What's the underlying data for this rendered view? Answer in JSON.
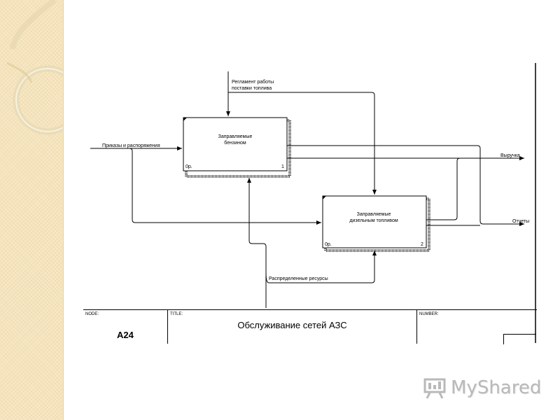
{
  "diagram": {
    "boxes": [
      {
        "id": "box-1",
        "label_lines": [
          "Заправляемые",
          "бензином"
        ],
        "corner_left": "0р.",
        "corner_right": "1"
      },
      {
        "id": "box-2",
        "label_lines": [
          "Заправляемые",
          "дизельным топливом"
        ],
        "corner_left": "0р.",
        "corner_right": "2"
      }
    ],
    "arrows": {
      "control": [
        "Регламент работы",
        "поставки топлива"
      ],
      "input": "Приказы и распоряжения",
      "output_revenue": "Выручка",
      "output_reports": "Отчеты",
      "mechanism": "Распределенные ресурсы"
    }
  },
  "title_block": {
    "node_caption": "NODE:",
    "node_value": "A24",
    "title_caption": "TITLE:",
    "title_value": "Обслуживание сетей АЗС",
    "number_caption": "NUMBER:"
  },
  "watermark": {
    "text": "MyShared",
    "icon": "presentation-board-icon"
  },
  "colors": {
    "line": "#000000",
    "strip": "#f7e8c4",
    "watermark": "#b9b9b9"
  }
}
